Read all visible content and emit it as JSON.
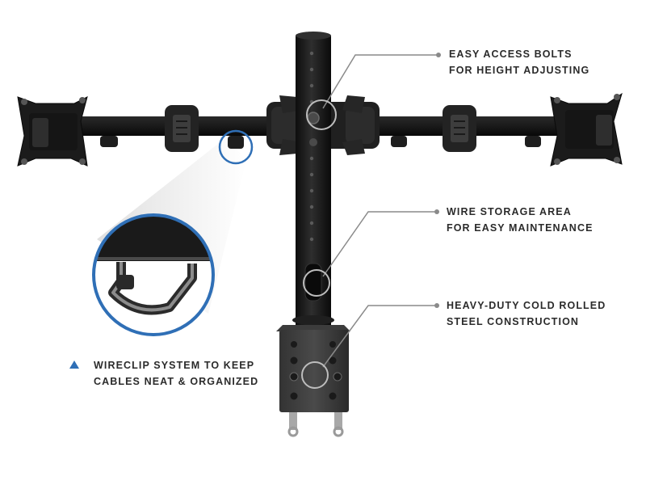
{
  "callouts": {
    "bolts": {
      "line1": "EASY ACCESS BOLTS",
      "line2": "FOR HEIGHT ADJUSTING"
    },
    "wire": {
      "line1": "WIRE STORAGE AREA",
      "line2": "FOR EASY MAINTENANCE"
    },
    "steel": {
      "line1": "HEAVY-DUTY COLD ROLLED",
      "line2": "STEEL CONSTRUCTION"
    },
    "wireclip": {
      "line1": "WIRECLIP SYSTEM TO KEEP",
      "line2": "CABLES NEAT & ORGANIZED"
    }
  },
  "colors": {
    "metal": "#1c1c1c",
    "metal_highlight": "#3a3a3a",
    "accent_blue": "#2f6fb6",
    "leader_line": "#8a8a8a",
    "text": "#2b2b2b"
  },
  "icons": {
    "bullet": "blue-triangle-icon",
    "marker": "circle-marker-icon"
  }
}
